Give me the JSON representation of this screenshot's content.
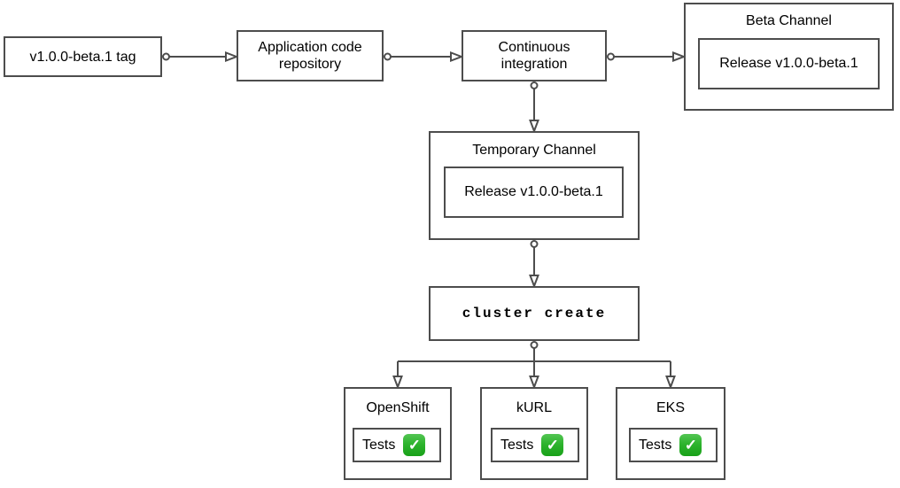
{
  "diagram_title": "beta release pipeline flowchart",
  "colors": {
    "background": "#ffffff",
    "stroke": "#4d4d4d",
    "text": "#000000",
    "check_green": "#2eb42e"
  },
  "icons": {
    "check_glyph": "✓",
    "connector_source": "circle",
    "connector_target": "open-arrow"
  },
  "nodes": {
    "tag": {
      "label": "v1.0.0-beta.1 tag"
    },
    "repo": {
      "label": "Application code repository"
    },
    "ci": {
      "label": "Continuous integration"
    },
    "beta_channel": {
      "title": "Beta Channel",
      "release_label": "Release v1.0.0-beta.1"
    },
    "temporary_channel": {
      "title": "Temporary Channel",
      "release_label": "Release v1.0.0-beta.1"
    },
    "cluster_create": {
      "label": "cluster create"
    },
    "test_targets": [
      {
        "title": "OpenShift",
        "tests_label": "Tests",
        "status": "passed"
      },
      {
        "title": "kURL",
        "tests_label": "Tests",
        "status": "passed"
      },
      {
        "title": "EKS",
        "tests_label": "Tests",
        "status": "passed"
      }
    ]
  },
  "edges": [
    {
      "from": "tag",
      "to": "repo"
    },
    {
      "from": "repo",
      "to": "ci"
    },
    {
      "from": "ci",
      "to": "beta_channel"
    },
    {
      "from": "ci",
      "to": "temporary_channel"
    },
    {
      "from": "temporary_channel",
      "to": "cluster_create"
    },
    {
      "from": "cluster_create",
      "to": "OpenShift"
    },
    {
      "from": "cluster_create",
      "to": "kURL"
    },
    {
      "from": "cluster_create",
      "to": "EKS"
    }
  ]
}
